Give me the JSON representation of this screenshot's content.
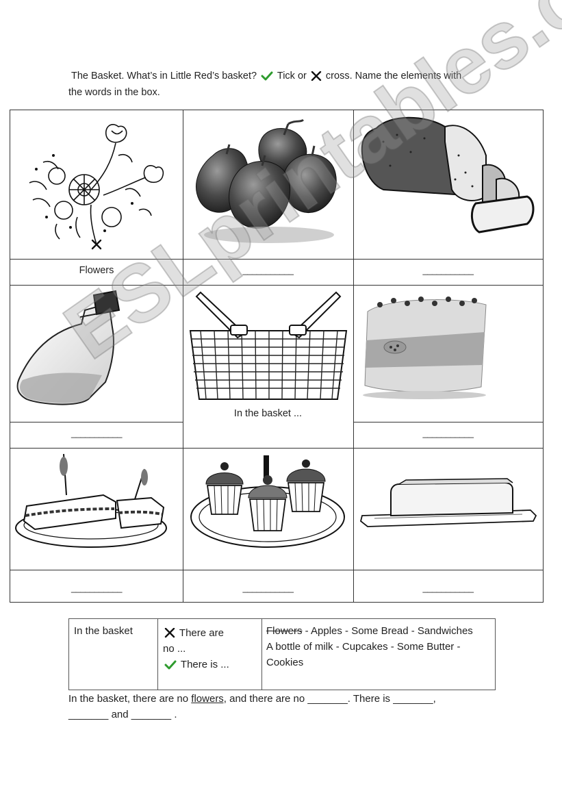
{
  "instructions": {
    "line1_part1": "The Basket. What’s in Little Red’s basket?",
    "tick_word": "Tick or",
    "cross_word": "cross. Name the elements with",
    "line2": "the words in the box."
  },
  "grid": {
    "flowers_caption": "Flowers",
    "basket_caption": "In the basket ...",
    "blank": "___________"
  },
  "icons": {
    "tick": "check-icon",
    "cross": "cross-icon",
    "tick_color": "#2e9b2e"
  },
  "box": {
    "col1": "In the basket",
    "col2_cross": "There are",
    "col2_cross_2": "no ...",
    "col2_tick": "There is ...",
    "words_struck": "Flowers",
    "words_line1": " - Apples - Some Bread - Sandwiches",
    "words_line2": "A bottle of milk - Cupcakes - Some Butter -",
    "words_line3": "Cookies"
  },
  "sentence": {
    "part1": "In the basket, there are no ",
    "underlined": "flowers,",
    "part2": " and there are no _______. There is _______,",
    "part3": "_______ and _______ ."
  },
  "watermark": "ESLprintables.com"
}
